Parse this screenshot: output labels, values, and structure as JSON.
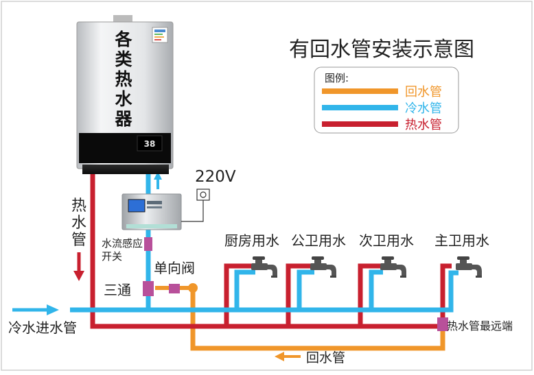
{
  "title": "有回水管安装示意图",
  "legend": {
    "heading": "图例:",
    "items": [
      {
        "label": "回水管",
        "color": "#f0962a"
      },
      {
        "label": "冷水管",
        "color": "#31b5ea"
      },
      {
        "label": "热水管",
        "color": "#c8202f"
      }
    ]
  },
  "heater": {
    "label": "各类热水器",
    "display_value": "38"
  },
  "power": {
    "label": "220V"
  },
  "labels": {
    "hot_pipe": "热水管",
    "flow_switch": "水流感应开关",
    "tee": "三通",
    "check_valve": "单向阀",
    "cold_inlet": "冷水进水管",
    "far_end": "热水管最远端",
    "return_pipe": "回水管"
  },
  "outlets": [
    {
      "label": "厨房用水"
    },
    {
      "label": "公卫用水"
    },
    {
      "label": "次卫用水"
    },
    {
      "label": "主卫用水"
    }
  ],
  "colors": {
    "hot": "#c8202f",
    "cold": "#31b5ea",
    "return": "#f0962a",
    "joint": "#b8509a",
    "text": "#222222"
  }
}
